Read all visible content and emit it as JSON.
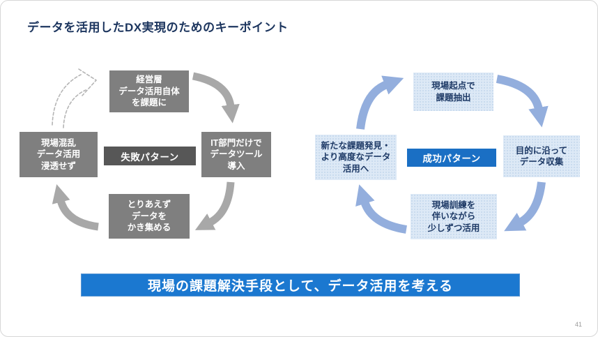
{
  "title": "データを活用したDX実現のためのキーポイント",
  "page_number": "41",
  "banner": {
    "text": "現場の課題解決手段として、データ活用を考える"
  },
  "failure_cycle": {
    "center_label": "失敗パターン",
    "steps": {
      "top": "経営層\nデータ活用自体\nを課題に",
      "right": "IT部門だけで\nデータツール\n導入",
      "bottom": "とりあえず\nデータを\nかき集める",
      "left": "現場混乱\nデータ活用\n浸透せず"
    }
  },
  "success_cycle": {
    "center_label": "成功パターン",
    "steps": {
      "top": "現場起点で\n課題抽出",
      "right": "目的に沿って\nデータ収集",
      "bottom": "現場訓練を\n伴いながら\n少しずつ活用",
      "left": "新たな課題発見・\nより高度なデータ\n活用へ"
    }
  },
  "colors": {
    "title_text": "#1c355e",
    "failure_box_bg": "#7f7f7f",
    "failure_label_bg": "#575757",
    "failure_arrow": "#a8a8a8",
    "success_box_bg": "#dde9f6",
    "success_box_text": "#1e3a66",
    "success_label_bg": "#1a6fc4",
    "success_arrow": "#93aedd",
    "banner_bg": "#1b78d0",
    "banner_text": "#ffffff"
  }
}
